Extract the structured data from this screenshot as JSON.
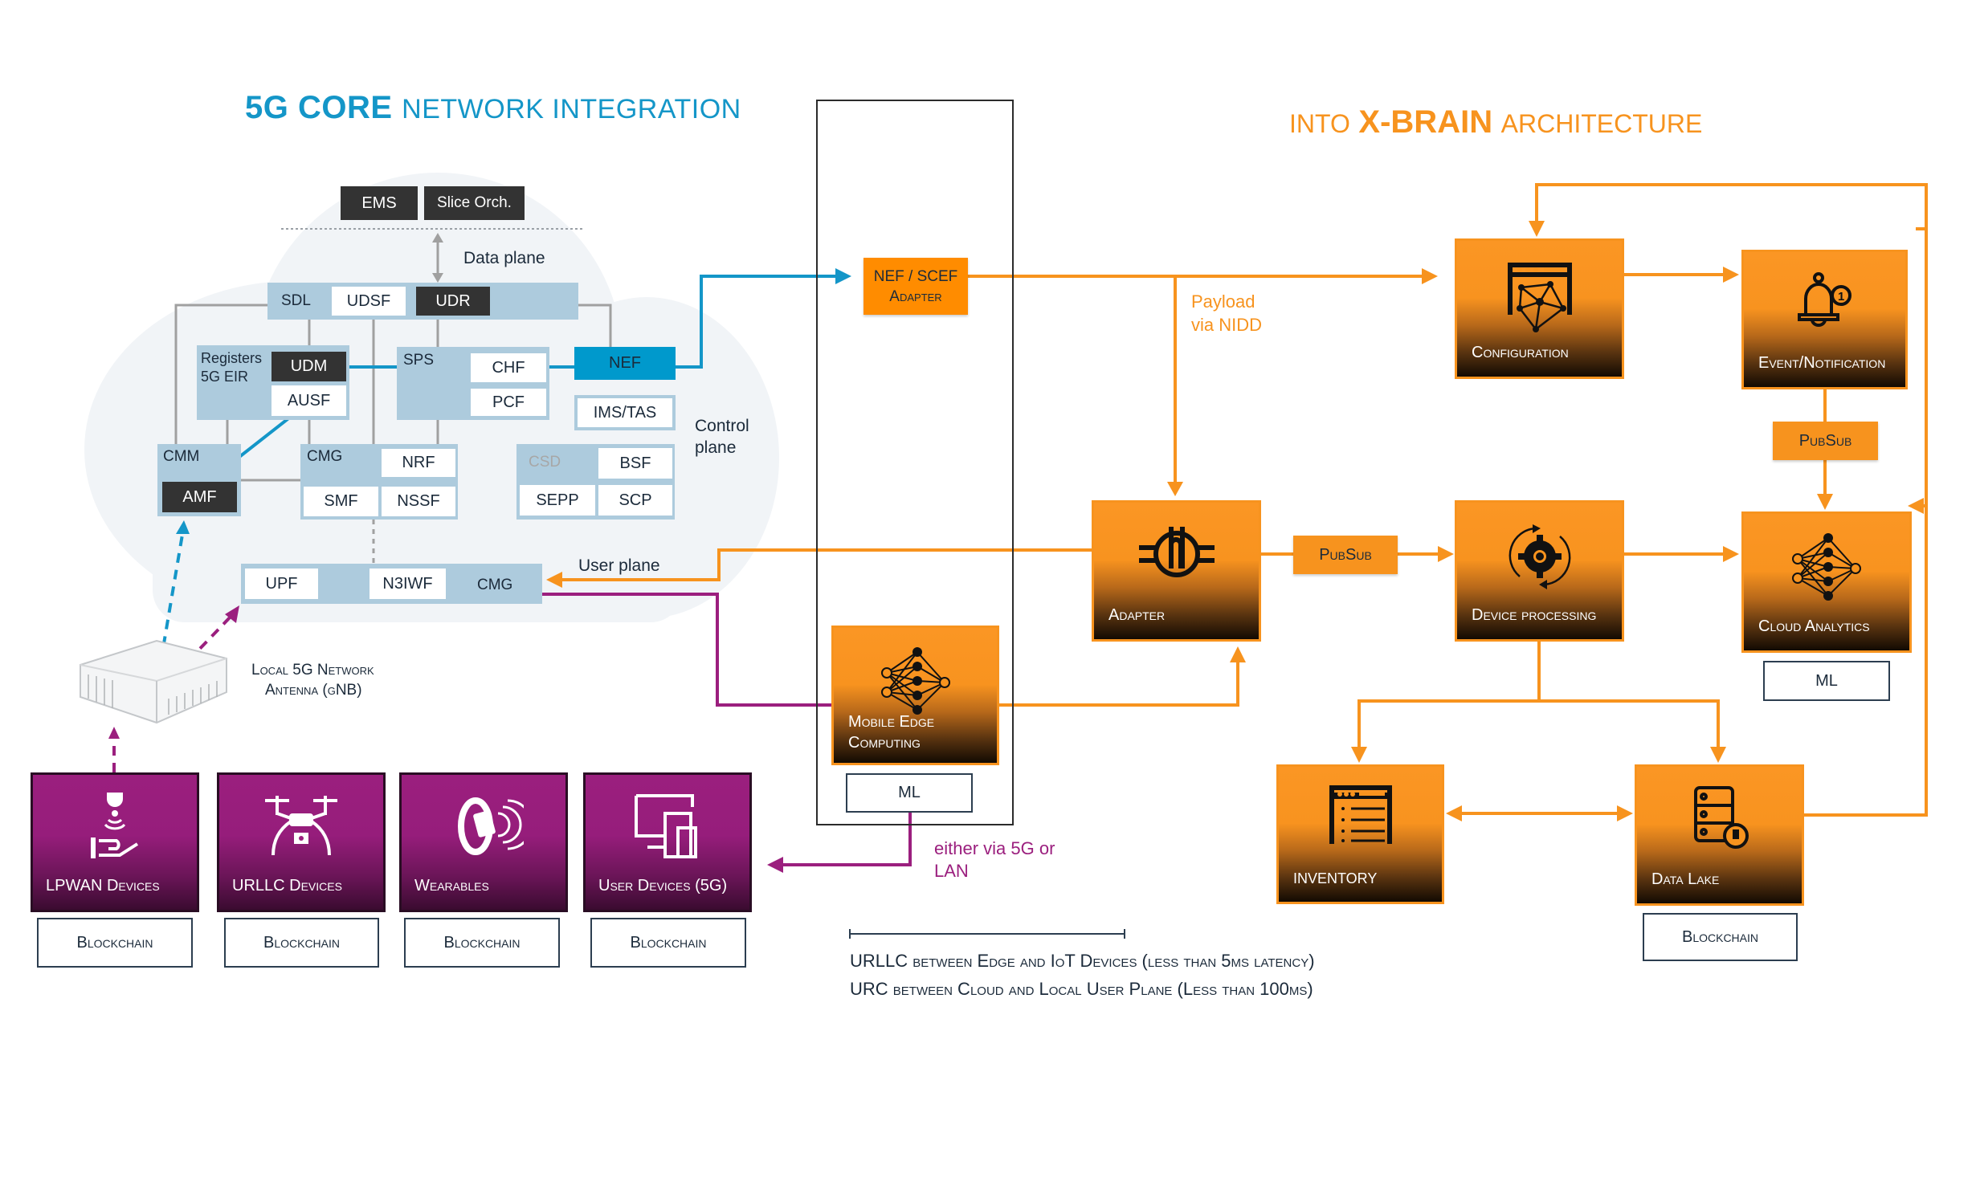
{
  "titles": {
    "left_bold": "5G CORE",
    "left_rest": "NETWORK INTEGRATION",
    "right_prefix": "INTO",
    "right_bold": "X-BRAIN",
    "right_rest": "ARCHITECTURE"
  },
  "core": {
    "ems": "EMS",
    "slice_orch": "Slice Orch.",
    "data_plane": "Data plane",
    "sdl": "SDL",
    "udsf": "UDSF",
    "udr": "UDR",
    "registers": "Registers",
    "eir": "5G EIR",
    "udm": "UDM",
    "ausf": "AUSF",
    "sps": "SPS",
    "chf": "CHF",
    "pcf": "PCF",
    "nef": "NEF",
    "ims_tas": "IMS/TAS",
    "control_plane_1": "Control",
    "control_plane_2": "plane",
    "cmm": "CMM",
    "amf": "AMF",
    "cmg": "CMG",
    "nrf": "NRF",
    "smf": "SMF",
    "nssf": "NSSF",
    "csd": "CSD",
    "bsf": "BSF",
    "sepp": "SEPP",
    "scp": "SCP",
    "upf": "UPF",
    "n3iwf": "N3IWF",
    "cmg_user": "CMG",
    "user_plane": "User plane"
  },
  "gnb": {
    "line1": "Local 5G Network",
    "line2": "Antenna (gNB)"
  },
  "devices": [
    {
      "label": "LPWAN Devices",
      "icon": "hand-sensor-icon",
      "blockchain": "Blockchain"
    },
    {
      "label": "URLLC Devices",
      "icon": "drone-icon",
      "blockchain": "Blockchain"
    },
    {
      "label": "Wearables",
      "icon": "wearable-icon",
      "blockchain": "Blockchain"
    },
    {
      "label": "User Devices (5G)",
      "icon": "devices-icon",
      "blockchain": "Blockchain"
    }
  ],
  "edge": {
    "nef_scef_1": "NEF / SCEF",
    "nef_scef_2": "Adapter",
    "mec_1": "Mobile Edge",
    "mec_2": "Computing",
    "ml": "ML",
    "via_1": "either via 5G or",
    "via_2": "LAN",
    "payload_1": "Payload",
    "payload_2": "via NIDD"
  },
  "xbrain": {
    "configuration": "Configuration",
    "event_notification": "Event/Notification",
    "pubsub_right": "PubSub",
    "cloud_analytics": "Cloud Analytics",
    "cloud_ml": "ML",
    "adapter": "Adapter",
    "pubsub_mid": "PubSub",
    "device_processing": "Device processing",
    "inventory": "INVENTORY",
    "data_lake": "Data Lake",
    "data_lake_blockchain": "Blockchain"
  },
  "legend": {
    "line1": "URLLC between Edge and IoT Devices (less than 5ms latency)",
    "line2": "URC between Cloud and Local User Plane (Less than 100ms)"
  },
  "colors": {
    "blue": "#1496c8",
    "orange": "#f7931e",
    "purple": "#9b1f7e",
    "light_blue": "#adcbdd",
    "dark": "#333333"
  }
}
